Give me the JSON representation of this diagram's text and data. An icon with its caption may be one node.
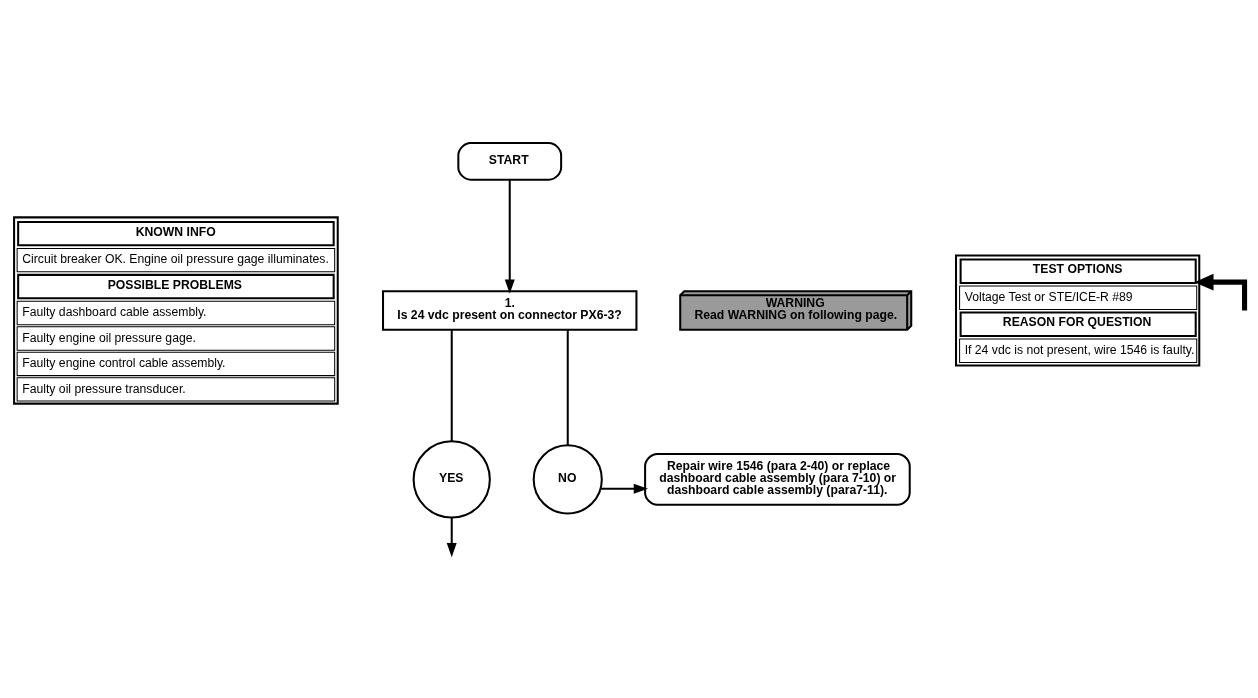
{
  "diagram": {
    "nodes": [
      {
        "text": [
          "START"
        ]
      },
      {
        "text": [
          "KNOWN INFO",
          "Circuit breaker OK. Engine oil pressure gage illuminates.",
          "POSSIBLE PROBLEMS",
          "Faulty dashboard cable assembly.",
          "Faulty engine oil pressure gage.",
          "Faulty engine control cable assembly.",
          "Faulty oil pressure transducer."
        ]
      },
      {
        "text": [
          "1.",
          "Is 24 vdc present on connector PX6-3?"
        ]
      },
      {
        "text": [
          "WARNING",
          "Read WARNING on following page."
        ]
      },
      {
        "text": [
          "TEST OPTIONS",
          "Voltage Test or STE/ICE-R #89",
          "REASON FOR QUESTION",
          "If 24 vdc is not present, wire 1546 is faulty."
        ]
      },
      {
        "text": [
          "NO"
        ]
      },
      {
        "text": [
          "Repair wire 1546 (para 2-40) or replace dashboard cable assembly (para 7-10) or dashboard cable assembly (para7-11)."
        ]
      },
      {
        "text": [
          "YES"
        ]
      }
    ],
    "edges": [
      {
        "from": 0,
        "to": 2,
        "arrow": "to"
      },
      {
        "from": 2,
        "to": 5,
        "arrow": "none"
      },
      {
        "from": 5,
        "to": 6,
        "arrow": "to"
      },
      {
        "from": 2,
        "to": 7,
        "arrow": "none"
      },
      {
        "from": 7,
        "to": null,
        "arrow": "to"
      },
      {
        "from": null,
        "to": 4,
        "arrow": "to",
        "style": "thick"
      }
    ]
  }
}
